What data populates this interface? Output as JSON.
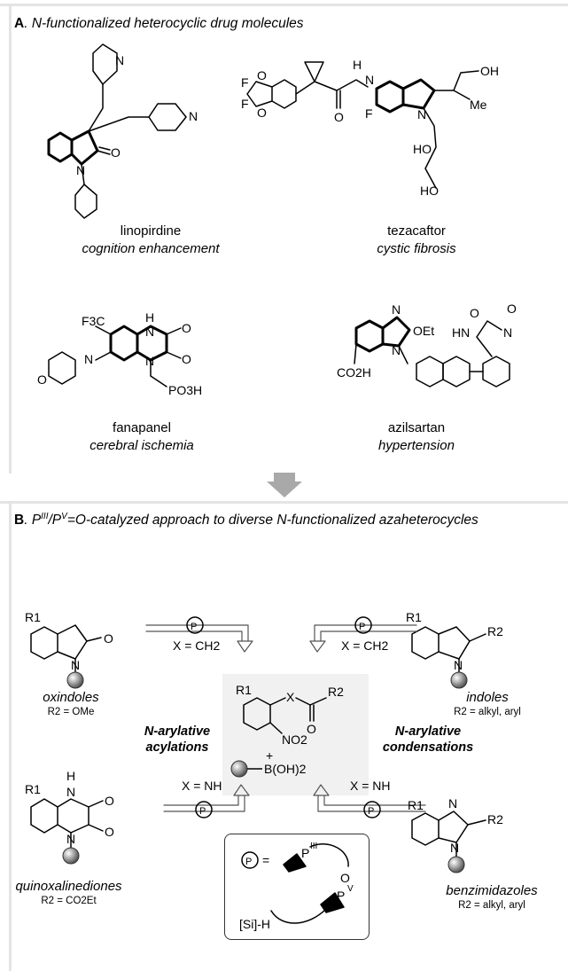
{
  "section_a": {
    "letter": "A",
    "title": ". N-functionalized heterocyclic drug molecules",
    "drugs": [
      {
        "name": "linopirdine",
        "use": "cognition enhancement"
      },
      {
        "name": "tezacaftor",
        "use": "cystic fibrosis"
      },
      {
        "name": "fanapanel",
        "use": "cerebral ischemia"
      },
      {
        "name": "azilsartan",
        "use": "hypertension"
      }
    ],
    "atoms": {
      "linopirdine": [
        "N",
        "N",
        "N",
        "O"
      ],
      "tezacaftor": [
        "F",
        "F",
        "O",
        "O",
        "H",
        "N",
        "O",
        "F",
        "N",
        "OH",
        "Me",
        "HO",
        "HO"
      ],
      "fanapanel": [
        "H",
        "N",
        "F3C",
        "O",
        "O",
        "N",
        "N",
        "O",
        "PO3H"
      ],
      "azilsartan": [
        "N",
        "OEt",
        "N",
        "O",
        "O",
        "N",
        "HN",
        "CO2H"
      ]
    }
  },
  "section_b": {
    "letter": "B",
    "title_prefix": ". P",
    "title_sup1": "III",
    "title_mid": "/P",
    "title_sup2": "V",
    "title_suffix": "=O-catalyzed approach to diverse N-functionalized azaheterocycles",
    "products": [
      {
        "name": "oxindoles",
        "r": "R2 = OMe"
      },
      {
        "name": "indoles",
        "r": "R2 = alkyl, aryl"
      },
      {
        "name": "quinoxalinediones",
        "r": "R2 = CO2Et"
      },
      {
        "name": "benzimidazoles",
        "r": "R2 = alkyl, aryl"
      }
    ],
    "arrow_conditions": {
      "top_left": "X = CH2",
      "top_right": "X = CH2",
      "bottom_left": "X = NH",
      "bottom_right": "X = NH"
    },
    "middle_left": [
      "N-arylative",
      "acylations"
    ],
    "middle_right": [
      "N-arylative",
      "condensations"
    ],
    "substrate": {
      "r1": "R1",
      "x": "X",
      "r2": "R2",
      "o": "O",
      "no2": "NO2",
      "plus": "+",
      "boronic": "B(OH)2"
    },
    "catalyst": {
      "p": "P",
      "equals": "=",
      "p3": "P",
      "p3_ox": "III",
      "o": "O",
      "p5": "P",
      "p5_ox": "V",
      "silane": "[Si]-H"
    },
    "atoms": {
      "oxindole": [
        "R1",
        "O",
        "N"
      ],
      "indole": [
        "R1",
        "R2",
        "N"
      ],
      "quinoxalinedione": [
        "R1",
        "H",
        "N",
        "O",
        "O",
        "N"
      ],
      "benzimidazole": [
        "R1",
        "N",
        "R2",
        "N"
      ]
    }
  },
  "colors": {
    "rule": "#e4e4e4",
    "box": "#f1f1f1",
    "arrow": "#a9a9a9"
  }
}
